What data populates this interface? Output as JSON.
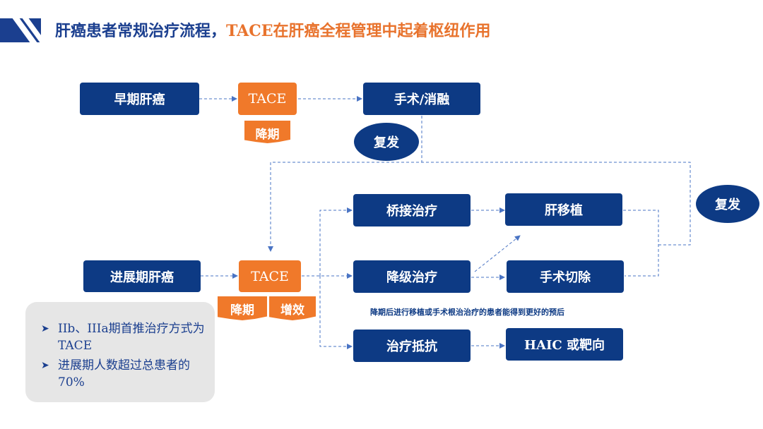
{
  "title": {
    "part1": "肝癌患者常规治疗流程，",
    "part2": "TACE在肝癌全程管理中起着枢纽作用"
  },
  "colors": {
    "navy": "#0d3a84",
    "orange": "#f0792a",
    "title_orange": "#e8732d",
    "panel_gray": "#e6e6e6"
  },
  "flow": {
    "early_liver_cancer": "早期肝癌",
    "tace_early": "TACE",
    "downstage_early": "降期",
    "surgery_ablation": "手术/消融",
    "recurrence_1": "复发",
    "recurrence_2": "复发",
    "advanced_liver_cancer": "进展期肝癌",
    "tace_advanced": "TACE",
    "downstage_advanced": "降期",
    "enhance_effect": "增效",
    "bridging_therapy": "桥接治疗",
    "liver_transplant": "肝移植",
    "downstaging_therapy": "降级治疗",
    "surgical_resection": "手术切除",
    "treatment_resistance": "治疗抵抗",
    "haic_or_targeted": "HAIC 或靶向",
    "note": "降期后进行移植或手术根治治疗的患者能得到更好的预后"
  },
  "panel": {
    "items": [
      "IIb、IIIa期首推治疗方式为TACE",
      "进展期人数超过总患者的70%"
    ]
  }
}
